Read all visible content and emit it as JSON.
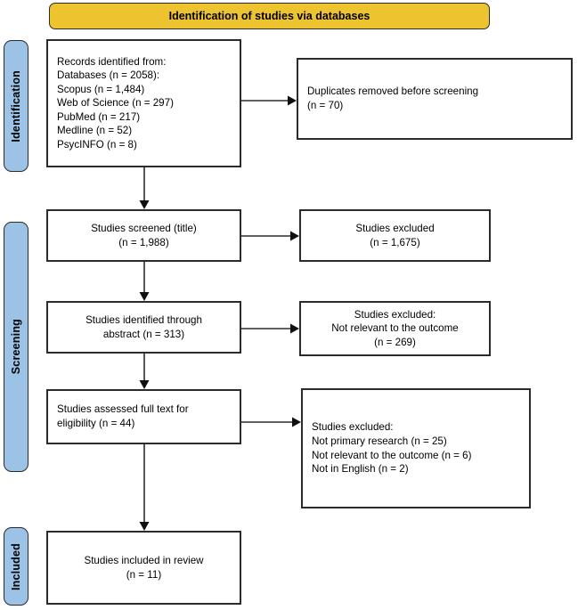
{
  "diagram": {
    "title": "PRISMA flow diagram",
    "colors": {
      "banner_fill": "#EDC32F",
      "stage_fill": "#9CC3E5",
      "border": "#2b2b2b",
      "page_background": "#ffffff"
    }
  },
  "banner": {
    "label": "Identification of studies via databases"
  },
  "stages": [
    {
      "key": "identification",
      "label": "Identification"
    },
    {
      "key": "screening",
      "label": "Screening"
    },
    {
      "key": "included",
      "label": "Included"
    }
  ],
  "nodes": {
    "records_identified": {
      "align": "left",
      "text": "Records identified from:\nDatabases (n = 2058):\nScopus (n = 1,484)\nWeb of Science (n = 297)\nPubMed (n = 217)\nMedline (n = 52)\nPsycINFO (n = 8)"
    },
    "duplicates_removed": {
      "align": "left",
      "text": "Duplicates removed before screening\n (n = 70)"
    },
    "studies_screened_title": {
      "align": "center",
      "text": "Studies screened (title)\n(n = 1,988)"
    },
    "studies_excluded_title": {
      "align": "center",
      "text": "Studies excluded\n(n = 1,675)"
    },
    "studies_identified_abstract": {
      "align": "center",
      "text": "Studies identified through\nabstract (n = 313)"
    },
    "studies_excluded_abstract": {
      "align": "center",
      "text": "Studies excluded:\nNot relevant to the outcome\n(n = 269)"
    },
    "studies_assessed_fulltext": {
      "align": "left",
      "text": "Studies assessed full text for\neligibility (n = 44)"
    },
    "studies_excluded_fulltext": {
      "align": "left",
      "text": "Studies excluded:\nNot primary research (n = 25)\nNot relevant to the outcome (n = 6)\nNot in English (n = 2)"
    },
    "studies_included": {
      "align": "center",
      "text": "Studies included in review\n(n = 11)"
    }
  },
  "counts": {
    "databases_total": 2058,
    "scopus": 1484,
    "web_of_science": 297,
    "pubmed": 217,
    "medline": 52,
    "psycinfo": 8,
    "duplicates_removed": 70,
    "screened_title": 1988,
    "excluded_title": 1675,
    "identified_abstract": 313,
    "excluded_abstract_not_relevant": 269,
    "assessed_fulltext": 44,
    "excluded_not_primary_research": 25,
    "excluded_not_relevant_outcome": 6,
    "excluded_not_in_english": 2,
    "included_in_review": 11
  }
}
